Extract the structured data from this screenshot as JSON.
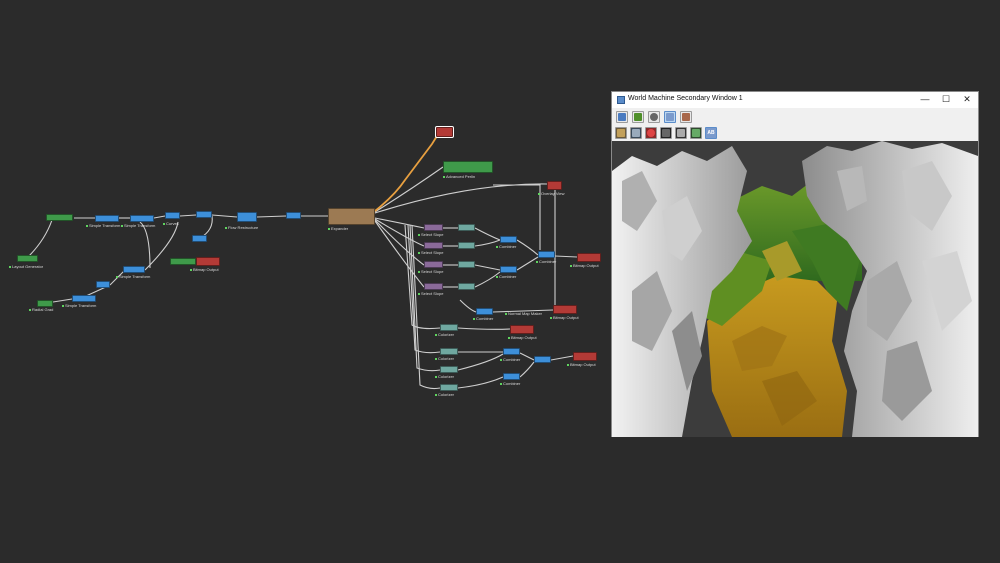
{
  "graph": {
    "nodes": {
      "layout_generator": "Layout Generator",
      "simple_transform_1": "Simple Transform",
      "simple_transform_2": "Simple Transform",
      "simple_transform_3": "Simple Transform",
      "simple_transform_4": "Simple Transform",
      "curves": "Curves",
      "flow_restructure": "Flow Restructure",
      "expander": "Expander",
      "advanced_perlin": "Advanced Perlin",
      "bitmap_output_1": "Bitmap Output",
      "bitmap_output_2": "Bitmap Output",
      "bitmap_output_3": "Bitmap Output",
      "bitmap_output_4": "Bitmap Output",
      "bitmap_output_5": "Bitmap Output",
      "select_slope_1": "Select Slope",
      "select_slope_2": "Select Slope",
      "select_slope_3": "Select Slope",
      "select_slope_4": "Select Slope",
      "combiner_1": "Combiner",
      "combiner_2": "Combiner",
      "combiner_3": "Combiner",
      "combiner_4": "Combiner",
      "combiner_5": "Combiner",
      "combiner_6": "Combiner",
      "radial_grad": "Radial Grad",
      "normal_map_maker": "Normal Map Maker",
      "overlay_view": "Overlay View",
      "coloriser_1": "Colorizer",
      "coloriser_2": "Colorizer",
      "coloriser_3": "Colorizer",
      "coloriser_4": "Colorizer"
    }
  },
  "window": {
    "title": "World Machine Secondary Window 1",
    "minimize": "—",
    "maximize": "☐",
    "close": "✕",
    "toolbar_ab_label": "AB"
  },
  "colors": {
    "background": "#2b2b2b",
    "wire": "#d0d0d0",
    "wire_selected": "#e8a040",
    "node_blue": "#3d8fd9",
    "node_green": "#3f9a4a",
    "node_red": "#b33a36",
    "node_purple": "#8a6a99",
    "node_teal": "#6fa8a0",
    "node_brown": "#9c7a53",
    "terrain_rock": "#d6d6d6",
    "terrain_grass": "#4f8f2a",
    "terrain_sand": "#b58a1e"
  }
}
